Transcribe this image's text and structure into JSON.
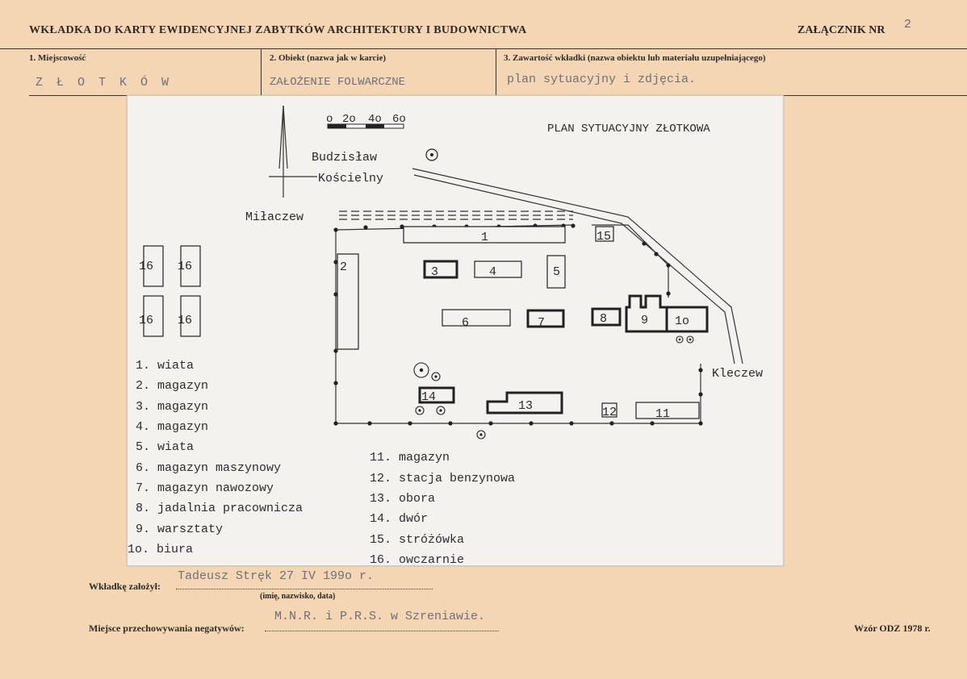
{
  "header": {
    "title": "WKŁADKA DO KARTY EWIDENCYJNEJ ZABYTKÓW ARCHITEKTURY I BUDOWNICTWA",
    "annex_label": "ZAŁĄCZNIK NR",
    "annex_number": "2"
  },
  "fields": {
    "f1_label": "1. Miejscowość",
    "f1_value": "Z Ł O T K Ó W",
    "f2_label": "2. Obiekt (nazwa jak w karcie)",
    "f2_value": "ZAŁOŻENIE FOLWARCZNE",
    "f3_label": "3. Zawartość wkładki (nazwa obiektu lub materiału uzupełniającego)",
    "f3_value": "plan sytuacyjny i zdjęcia."
  },
  "plan": {
    "title": "PLAN SYTUACYJNY ZŁOTKOWA",
    "scale_labels": [
      "o",
      "2o",
      "4o",
      "6o"
    ],
    "place_budzislaw": "Budzisław",
    "place_koscielny": "Kościelny",
    "place_milaczew": "Miłaczew",
    "place_kleczew": "Kleczew",
    "building_numbers": {
      "b1": "1",
      "b2": "2",
      "b3": "3",
      "b4": "4",
      "b5": "5",
      "b6": "6",
      "b7": "7",
      "b8": "8",
      "b9": "9",
      "b10": "1o",
      "b11": "11",
      "b12": "12",
      "b13": "13",
      "b14": "14",
      "b15": "15",
      "b16": "16"
    },
    "legend_left": [
      "1. wiata",
      "2. magazyn",
      "3. magazyn",
      "4. magazyn",
      "5. wiata",
      "6. magazyn maszynowy",
      "7. magazyn nawozowy",
      "8. jadalnia pracownicza",
      "9. warsztaty",
      "1o. biura"
    ],
    "legend_right": [
      "11. magazyn",
      "12. stacja benzynowa",
      "13. obora",
      "14. dwór",
      "15. stróżówka",
      "16. owczarnie"
    ]
  },
  "footer": {
    "founder_label": "Wkładkę założył:",
    "founder_value": "Tadeusz Stręk 27 IV 199o r.",
    "founder_note": "(imię, nazwisko, data)",
    "negatives_label": "Miejsce przechowywania negatywów:",
    "negatives_value": "M.N.R. i P.R.S. w Szreniawie.",
    "form_model": "Wzór ODZ 1978 r."
  }
}
